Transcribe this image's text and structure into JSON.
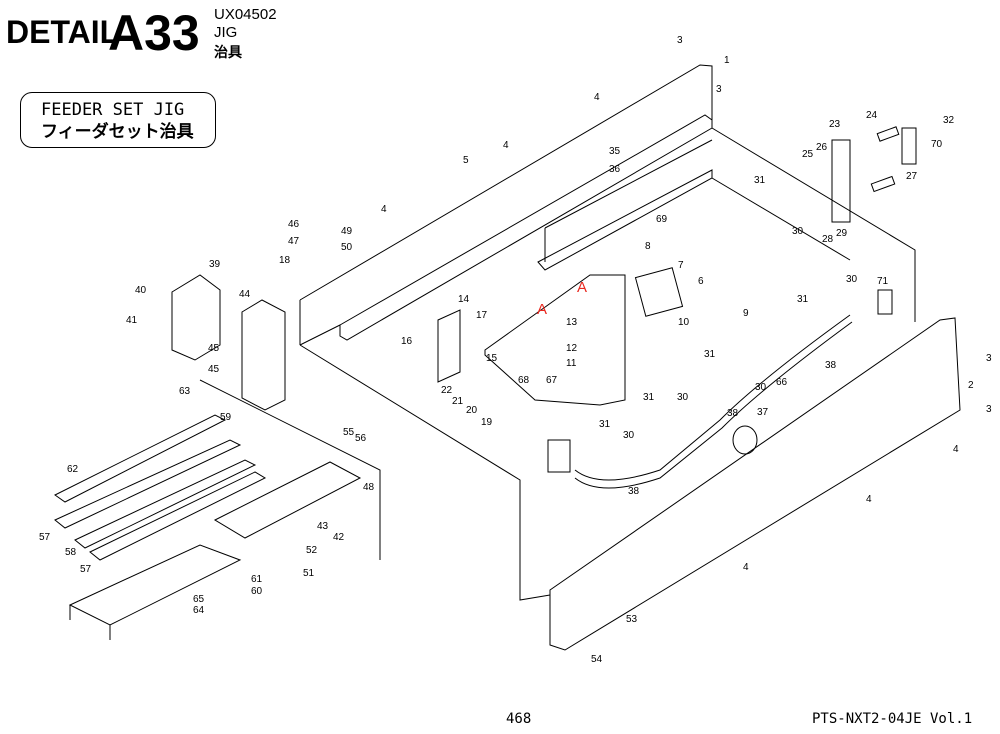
{
  "header": {
    "detail_word": "DETAIL",
    "detail_code": "A33",
    "part_number": "UX04502",
    "jig_en": "JIG",
    "jig_jp": "治具"
  },
  "box": {
    "line1": "FEEDER SET JIG",
    "line2": "フィーダセット治具"
  },
  "footer": {
    "page": "468",
    "doc_ref": "PTS-NXT2-04JE  Vol.1"
  },
  "callouts": [
    {
      "id": "c1",
      "text": "1"
    },
    {
      "id": "c2",
      "text": "2"
    },
    {
      "id": "c3a",
      "text": "3"
    },
    {
      "id": "c3b",
      "text": "3"
    },
    {
      "id": "c3c",
      "text": "3"
    },
    {
      "id": "c3d",
      "text": "3"
    },
    {
      "id": "c4a",
      "text": "4"
    },
    {
      "id": "c4b",
      "text": "4"
    },
    {
      "id": "c4c",
      "text": "4"
    },
    {
      "id": "c4d",
      "text": "4"
    },
    {
      "id": "c4e",
      "text": "4"
    },
    {
      "id": "c4f",
      "text": "4"
    },
    {
      "id": "c5",
      "text": "5"
    },
    {
      "id": "c6",
      "text": "6"
    },
    {
      "id": "c7",
      "text": "7"
    },
    {
      "id": "c8",
      "text": "8"
    },
    {
      "id": "c9",
      "text": "9"
    },
    {
      "id": "c10",
      "text": "10"
    },
    {
      "id": "c11",
      "text": "11"
    },
    {
      "id": "c12",
      "text": "12"
    },
    {
      "id": "c13",
      "text": "13"
    },
    {
      "id": "c14",
      "text": "14"
    },
    {
      "id": "c15",
      "text": "15"
    },
    {
      "id": "c16",
      "text": "16"
    },
    {
      "id": "c17",
      "text": "17"
    },
    {
      "id": "c18",
      "text": "18"
    },
    {
      "id": "c19",
      "text": "19"
    },
    {
      "id": "c20",
      "text": "20"
    },
    {
      "id": "c21",
      "text": "21"
    },
    {
      "id": "c22",
      "text": "22"
    },
    {
      "id": "c23",
      "text": "23"
    },
    {
      "id": "c24",
      "text": "24"
    },
    {
      "id": "c25",
      "text": "25"
    },
    {
      "id": "c26",
      "text": "26"
    },
    {
      "id": "c27",
      "text": "27"
    },
    {
      "id": "c28",
      "text": "28"
    },
    {
      "id": "c29",
      "text": "29"
    },
    {
      "id": "c30a",
      "text": "30"
    },
    {
      "id": "c30b",
      "text": "30"
    },
    {
      "id": "c30c",
      "text": "30"
    },
    {
      "id": "c30d",
      "text": "30"
    },
    {
      "id": "c30e",
      "text": "30"
    },
    {
      "id": "c31a",
      "text": "31"
    },
    {
      "id": "c31b",
      "text": "31"
    },
    {
      "id": "c31c",
      "text": "31"
    },
    {
      "id": "c31d",
      "text": "31"
    },
    {
      "id": "c31e",
      "text": "31"
    },
    {
      "id": "c32",
      "text": "32"
    },
    {
      "id": "c35",
      "text": "35"
    },
    {
      "id": "c36",
      "text": "36"
    },
    {
      "id": "c37",
      "text": "37"
    },
    {
      "id": "c38a",
      "text": "38"
    },
    {
      "id": "c38b",
      "text": "38"
    },
    {
      "id": "c38c",
      "text": "38"
    },
    {
      "id": "c39",
      "text": "39"
    },
    {
      "id": "c40",
      "text": "40"
    },
    {
      "id": "c41",
      "text": "41"
    },
    {
      "id": "c42",
      "text": "42"
    },
    {
      "id": "c43",
      "text": "43"
    },
    {
      "id": "c44",
      "text": "44"
    },
    {
      "id": "c45a",
      "text": "45"
    },
    {
      "id": "c45b",
      "text": "45"
    },
    {
      "id": "c46",
      "text": "46"
    },
    {
      "id": "c47",
      "text": "47"
    },
    {
      "id": "c48",
      "text": "48"
    },
    {
      "id": "c49",
      "text": "49"
    },
    {
      "id": "c50",
      "text": "50"
    },
    {
      "id": "c51",
      "text": "51"
    },
    {
      "id": "c52",
      "text": "52"
    },
    {
      "id": "c53",
      "text": "53"
    },
    {
      "id": "c54",
      "text": "54"
    },
    {
      "id": "c55",
      "text": "55"
    },
    {
      "id": "c56",
      "text": "56"
    },
    {
      "id": "c57a",
      "text": "57"
    },
    {
      "id": "c57b",
      "text": "57"
    },
    {
      "id": "c58",
      "text": "58"
    },
    {
      "id": "c59",
      "text": "59"
    },
    {
      "id": "c60",
      "text": "60"
    },
    {
      "id": "c61",
      "text": "61"
    },
    {
      "id": "c62",
      "text": "62"
    },
    {
      "id": "c63",
      "text": "63"
    },
    {
      "id": "c64",
      "text": "64"
    },
    {
      "id": "c65",
      "text": "65"
    },
    {
      "id": "c66",
      "text": "66"
    },
    {
      "id": "c67",
      "text": "67"
    },
    {
      "id": "c68",
      "text": "68"
    },
    {
      "id": "c69",
      "text": "69"
    },
    {
      "id": "c70",
      "text": "70"
    },
    {
      "id": "c71",
      "text": "71"
    }
  ],
  "markers": [
    {
      "id": "ma1",
      "text": "A"
    },
    {
      "id": "ma2",
      "text": "A"
    }
  ],
  "colors": {
    "line": "#000000",
    "marker": "#e8281f"
  }
}
